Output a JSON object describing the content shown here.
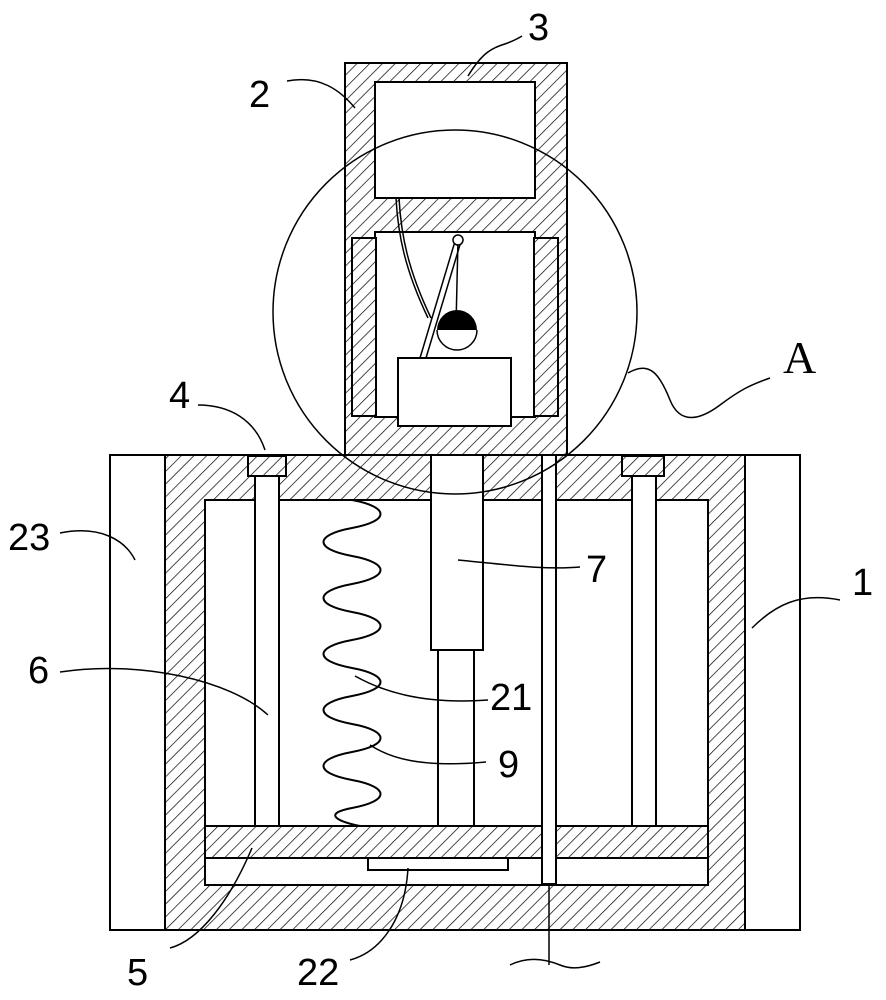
{
  "diagram": {
    "labels": {
      "l1": "1",
      "l2": "2",
      "l3": "3",
      "l4": "4",
      "l5": "5",
      "l6": "6",
      "l7": "7",
      "l9": "9",
      "l21": "21",
      "l22": "22",
      "l23": "23",
      "detail": "A"
    }
  }
}
